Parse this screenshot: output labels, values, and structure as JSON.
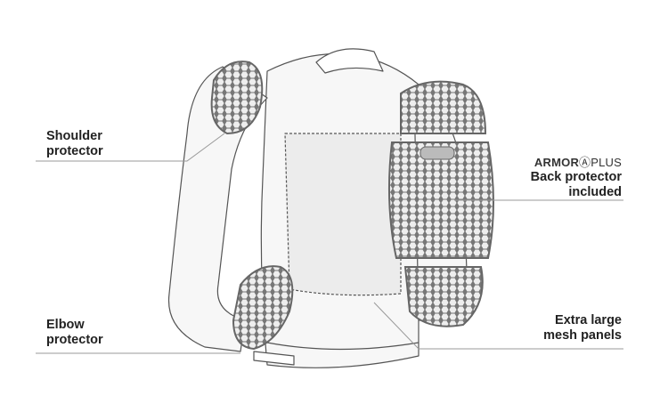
{
  "labels": {
    "shoulder": [
      "Shoulder",
      "protector"
    ],
    "elbow": [
      "Elbow",
      "protector"
    ],
    "back": [
      "Back protector",
      "included"
    ],
    "mesh": [
      "Extra large",
      "mesh panels"
    ],
    "brand_bold": "ARMOR",
    "brand_light": "PLUS"
  },
  "colors": {
    "line": "#555555",
    "jacket_fill": "#f7f7f7",
    "mesh_fill": "#ececec",
    "protector": "#8a8a8a"
  }
}
